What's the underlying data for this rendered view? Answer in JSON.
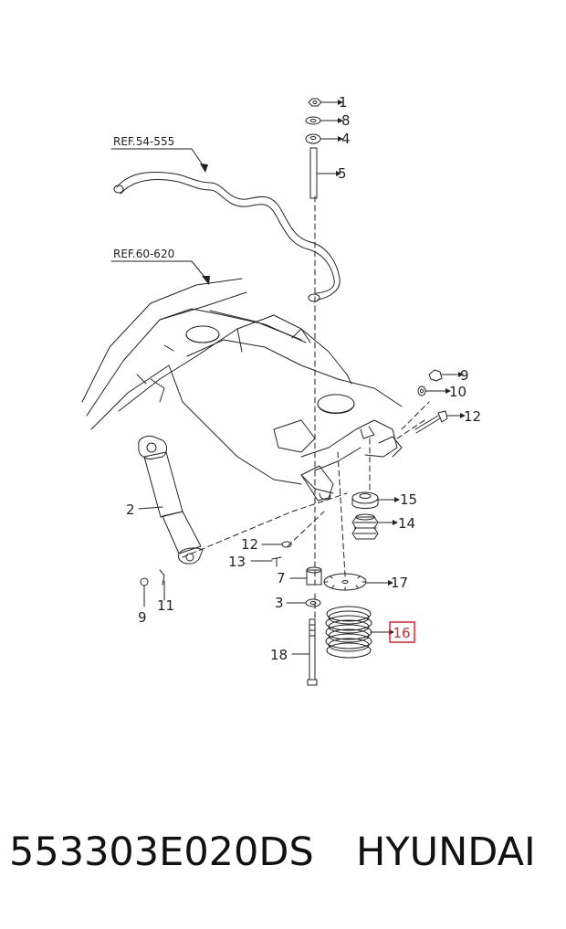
{
  "references": [
    {
      "id": "ref1",
      "text": "REF.54-555"
    },
    {
      "id": "ref2",
      "text": "REF.60-620"
    }
  ],
  "callouts": [
    {
      "id": "c1",
      "text": "1"
    },
    {
      "id": "c8a",
      "text": "8"
    },
    {
      "id": "c4",
      "text": "4"
    },
    {
      "id": "c5",
      "text": "5"
    },
    {
      "id": "c9a",
      "text": "9"
    },
    {
      "id": "c10",
      "text": "10"
    },
    {
      "id": "c12a",
      "text": "12"
    },
    {
      "id": "c15",
      "text": "15"
    },
    {
      "id": "c14",
      "text": "14"
    },
    {
      "id": "c2",
      "text": "2"
    },
    {
      "id": "c12b",
      "text": "12"
    },
    {
      "id": "c13",
      "text": "13"
    },
    {
      "id": "c7",
      "text": "7"
    },
    {
      "id": "c17",
      "text": "17"
    },
    {
      "id": "c3",
      "text": "3"
    },
    {
      "id": "c9b",
      "text": "9"
    },
    {
      "id": "c11",
      "text": "11"
    },
    {
      "id": "c16",
      "text": "16"
    },
    {
      "id": "c18",
      "text": "18"
    }
  ],
  "highlight": {
    "callout": "16",
    "color": "#e0242b"
  },
  "footer": {
    "part_number": "553303E020DS",
    "brand": "HYUNDAI"
  }
}
